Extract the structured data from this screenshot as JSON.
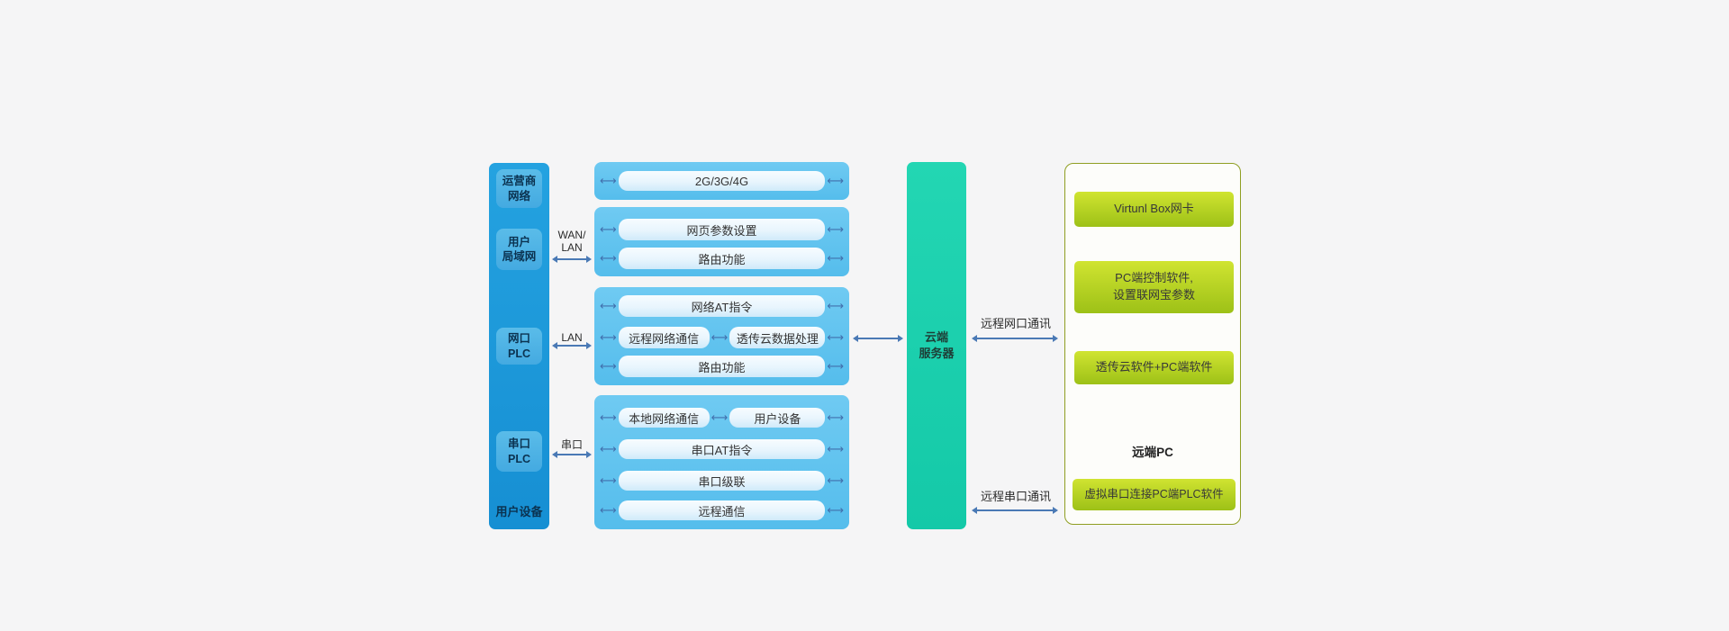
{
  "icons": {
    "double_arrow": "⟷"
  },
  "left_panel": {
    "items": [
      {
        "label": "运营商\n网络"
      },
      {
        "label": "用户\n局域网"
      },
      {
        "label": "网口\nPLC"
      },
      {
        "label": "串口\nPLC"
      }
    ],
    "caption": "用户设备"
  },
  "connectors": {
    "wan_lan": "WAN/\nLAN",
    "lan": "LAN",
    "serial": "串口",
    "remote_net": "远程网口通讯",
    "remote_serial": "远程串口通讯"
  },
  "cellular_group": {
    "rows": [
      "2G/3G/4G"
    ]
  },
  "router_group": {
    "rows": [
      "网页参数设置",
      "路由功能"
    ]
  },
  "net_plc_group": {
    "row1": "网络AT指令",
    "row2_left": "远程网络通信",
    "row2_right": "透传云数据处理",
    "row3": "路由功能"
  },
  "serial_plc_group": {
    "row1_left": "本地网络通信",
    "row1_right": "用户设备",
    "row2": "串口AT指令",
    "row3": "串口级联",
    "row4": "远程通信"
  },
  "cloud": {
    "label": "云端\n服务器"
  },
  "remote_pc_panel": {
    "buttons": [
      "Virtunl Box网卡",
      "PC端控制软件,\n设置联网宝参数",
      "透传云软件+PC端软件",
      "虚拟串口连接PC端PLC软件"
    ],
    "caption": "远端PC"
  },
  "colors": {
    "background": "#f5f5f6",
    "left_bar_blue": "#1b98d9",
    "group_blue": "#5fc2ee",
    "pill_light": "#e3f3fc",
    "cloud_teal": "#1bd0ae",
    "button_green": "#b4d222",
    "panel_border_olive": "#8f9e22",
    "arrow_blue": "#4a79b5"
  }
}
